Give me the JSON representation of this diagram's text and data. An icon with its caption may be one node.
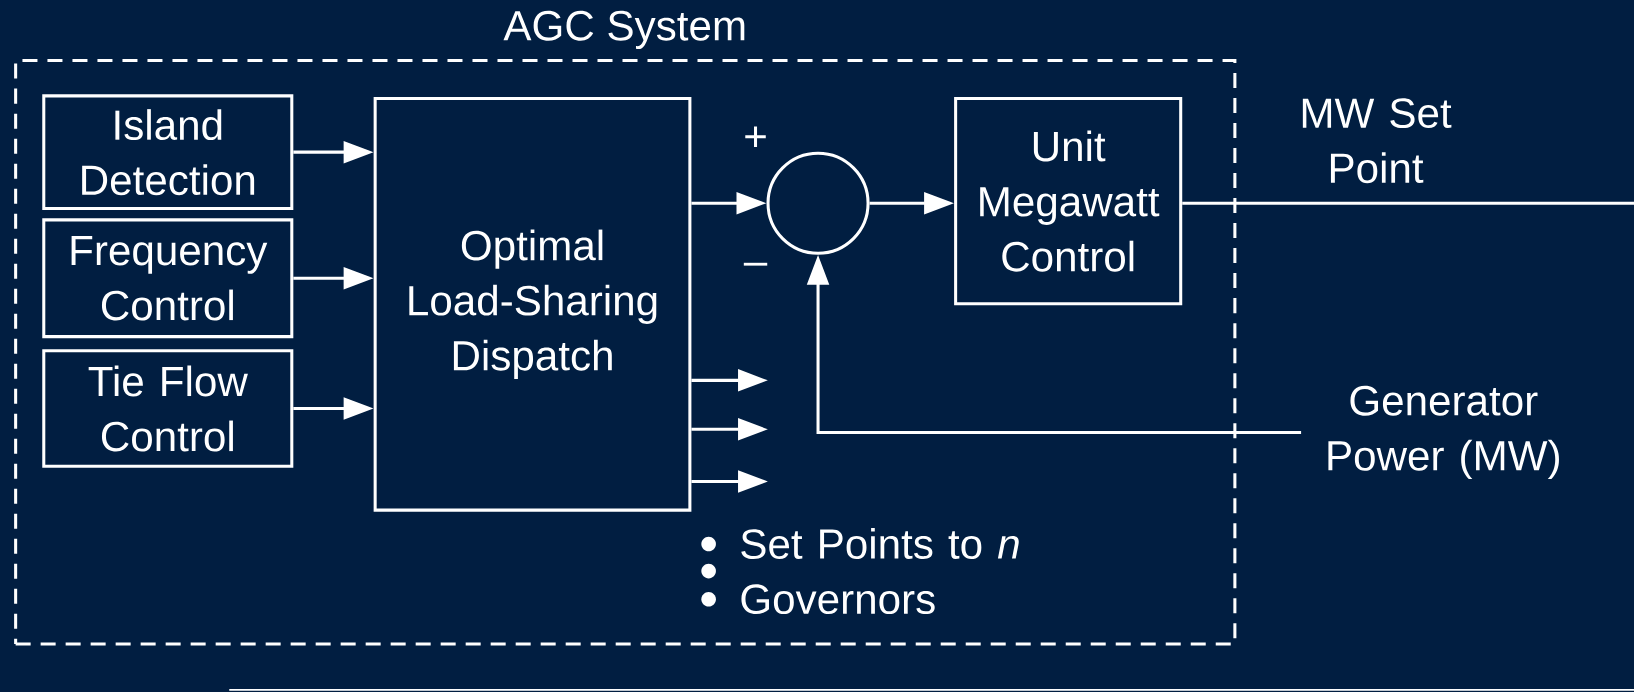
{
  "diagram": {
    "nodes": [
      {
        "text": [
          "AGC System"
        ]
      },
      {
        "text": [
          "Island Detection"
        ],
        "in": 0
      },
      {
        "text": [
          "Frequency Control"
        ],
        "in": 0
      },
      {
        "text": [
          "Tie Flow Control"
        ],
        "in": 0
      },
      {
        "text": [
          "Optimal Load-Sharing Dispatch"
        ],
        "in": 0
      },
      {
        "text": [],
        "shape": "circle",
        "in": 0
      },
      {
        "text": [
          "Unit Megawatt Control"
        ],
        "in": 0
      },
      {
        "text": [
          "Generator Power (MW)"
        ]
      }
    ],
    "edges": [
      {
        "from": 1,
        "to": 4,
        "arrow": "to"
      },
      {
        "from": 2,
        "to": 4,
        "arrow": "to"
      },
      {
        "from": 3,
        "to": 4,
        "arrow": "to"
      },
      {
        "from": 4,
        "to": 5,
        "arrow": "to"
      },
      {
        "from": 5,
        "to": 6,
        "arrow": "to"
      },
      {
        "from": 6,
        "to": null,
        "arrow": "none",
        "label": "MW Set Point"
      },
      {
        "from": 7,
        "to": 5,
        "arrow": "to"
      },
      {
        "from": 4,
        "to": null,
        "arrow": "to"
      },
      {
        "from": 4,
        "to": null,
        "arrow": "to"
      },
      {
        "from": 4,
        "to": null,
        "arrow": "to"
      }
    ],
    "labels": [
      "+",
      "–",
      "Set Points to *n* Governors"
    ]
  }
}
